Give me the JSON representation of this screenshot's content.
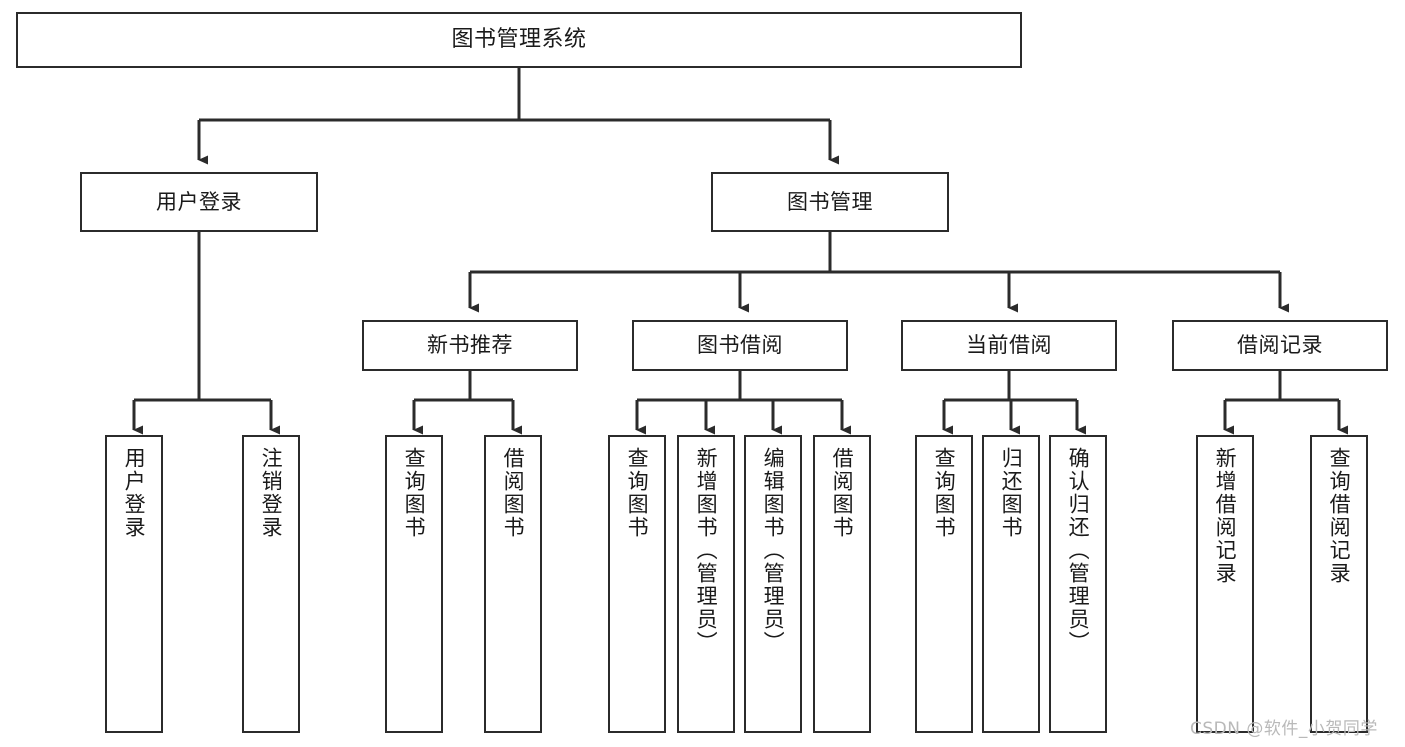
{
  "diagram": {
    "type": "tree",
    "title": "图书管理系统",
    "orientation": "top-down",
    "background_color": "#ffffff",
    "node_border_color": "#2b2b2b",
    "node_fill_color": "#ffffff",
    "edge_color": "#2b2b2b",
    "levels": 4
  },
  "root": {
    "label": "图书管理系统"
  },
  "level2": [
    {
      "label": "用户登录"
    },
    {
      "label": "图书管理"
    }
  ],
  "level3": [
    {
      "label": "新书推荐"
    },
    {
      "label": "图书借阅"
    },
    {
      "label": "当前借阅"
    },
    {
      "label": "借阅记录"
    }
  ],
  "leaves": {
    "user_login": [
      {
        "label": "用户登录"
      },
      {
        "label": "注销登录"
      }
    ],
    "new_book_recommend": [
      {
        "label": "查询图书"
      },
      {
        "label": "借阅图书"
      }
    ],
    "book_borrow": [
      {
        "label": "查询图书"
      },
      {
        "label": "新增图书（管理员）"
      },
      {
        "label": "编辑图书（管理员）"
      },
      {
        "label": "借阅图书"
      }
    ],
    "current_borrow": [
      {
        "label": "查询图书"
      },
      {
        "label": "归还图书"
      },
      {
        "label": "确认归还（管理员）"
      }
    ],
    "borrow_record": [
      {
        "label": "新增借阅记录"
      },
      {
        "label": "查询借阅记录"
      }
    ]
  },
  "watermark": {
    "text": "CSDN @软件_小贺同学"
  }
}
